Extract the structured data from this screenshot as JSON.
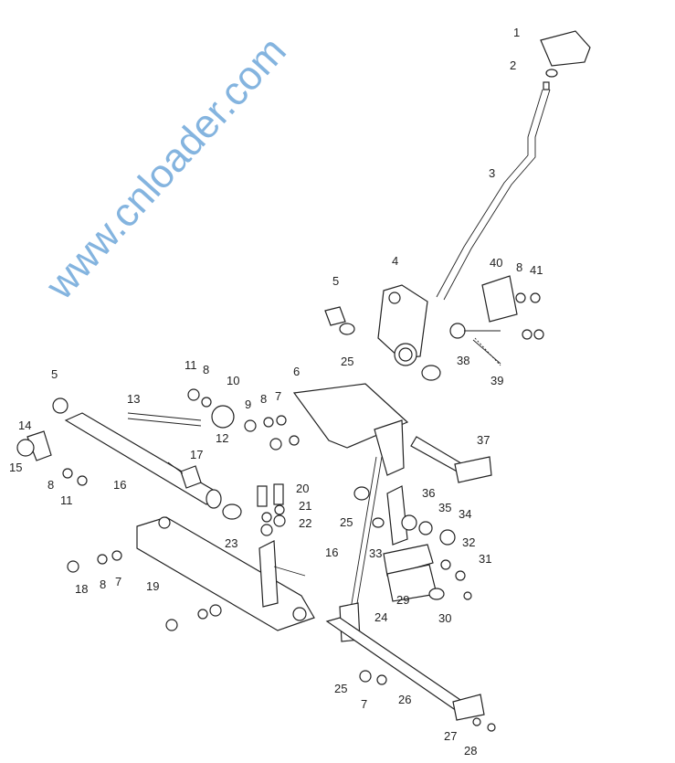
{
  "watermark": "www.cnloader.com",
  "callouts": [
    "1",
    "2",
    "3",
    "4",
    "5",
    "40",
    "8",
    "41",
    "25",
    "38",
    "39",
    "5",
    "11",
    "8",
    "10",
    "6",
    "13",
    "9",
    "8",
    "7",
    "14",
    "12",
    "15",
    "17",
    "16",
    "8",
    "11",
    "37",
    "20",
    "21",
    "22",
    "36",
    "35",
    "34",
    "25",
    "23",
    "16",
    "33",
    "32",
    "31",
    "18",
    "8",
    "7",
    "19",
    "29",
    "30",
    "24",
    "25",
    "7",
    "26",
    "27",
    "28"
  ],
  "colors": {
    "line": "#222222",
    "watermark": "#5b9bd5"
  }
}
